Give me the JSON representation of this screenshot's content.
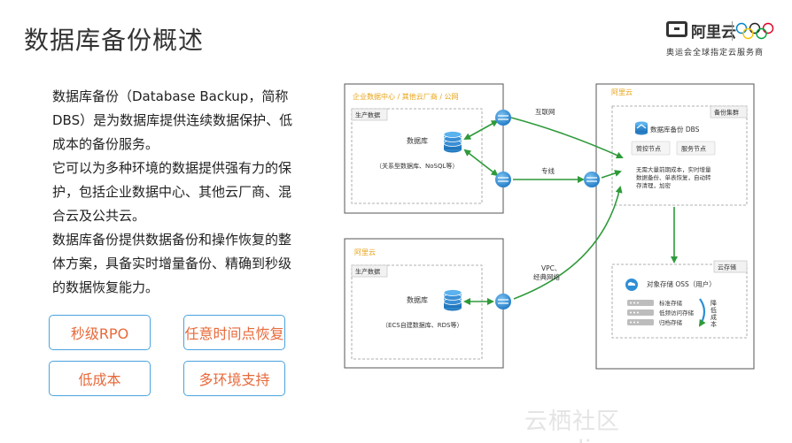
{
  "title": "数据库备份概述",
  "logo": {
    "name": "阿里云",
    "slogan": "奥运会全球指定云服务商"
  },
  "description": [
    "数据库备份（Database Backup，简称DBS）是为数据库提供连续数据保护、低成本的备份服务。",
    "它可以为多种环境的数据提供强有力的保护，包括企业数据中心、其他云厂商、混合云及公共云。",
    "数据库备份提供数据备份和操作恢复的整体方案，具备实时增量备份、精确到秒级的数据恢复能力。"
  ],
  "features": [
    "秒级RPO",
    "任意时间点恢复",
    "低成本",
    "多环境支持"
  ],
  "diagram": {
    "enterprise": {
      "title": "企业数据中心 / 其他云厂商 / 公网",
      "env_label": "生产数据",
      "db_label": "数据库",
      "db_note": "（关系型数据库、NoSQL等）"
    },
    "aliyun_source": {
      "title": "阿里云",
      "env_label": "生产数据",
      "db_label": "数据库",
      "db_note": "（ECS自建数据库、RDS等）"
    },
    "links": {
      "internet": "互联网",
      "dedicated": "专线",
      "vpc_line1": "VPC、",
      "vpc_line2": "经典网络"
    },
    "aliyun_target": {
      "title": "阿里云",
      "cluster_label": "备份集群",
      "dbs_label": "数据库备份 DBS",
      "node_control": "管控节点",
      "node_service": "服务节点",
      "dbs_desc": [
        "无需大量前期成本，实时增量",
        "数据备份、单表恢复，自动转",
        "存清理，加密"
      ],
      "storage_label": "云存储",
      "oss_label": "对象存储 OSS（用户）",
      "tiers": [
        "标准存储",
        "低频访问存储",
        "归档存储"
      ],
      "cost_note": [
        "降",
        "低",
        "成",
        "本"
      ]
    }
  },
  "watermark": "云栖社区 yq.aliyun.com",
  "colors": {
    "accent_blue": "#4aa3df",
    "feature_text": "#e8693a",
    "box_title": "#e8a317",
    "arrow_green": "#2e9a3a",
    "router_blue": "#2f8fd6"
  }
}
